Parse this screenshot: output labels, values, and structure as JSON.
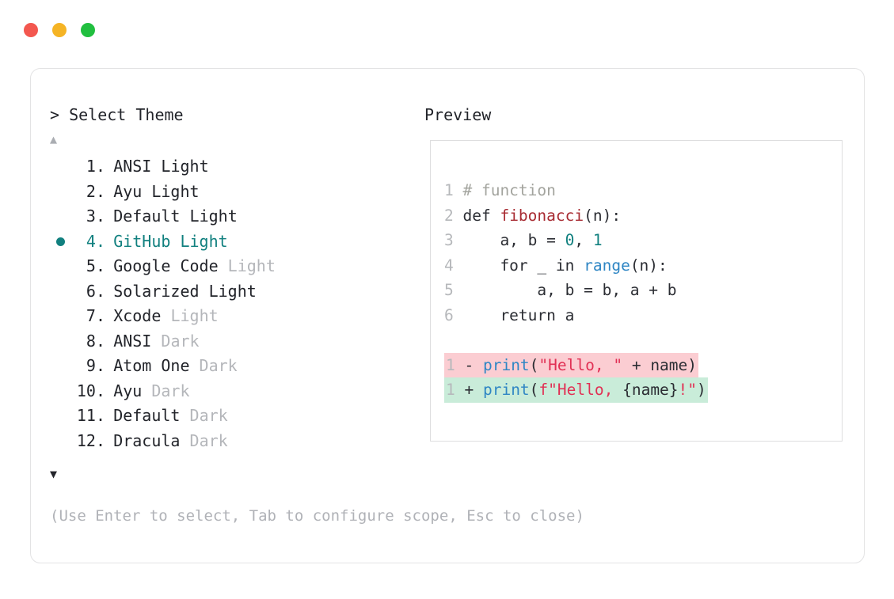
{
  "window": {
    "traffic_lights": [
      {
        "name": "close",
        "color": "#f3574f"
      },
      {
        "name": "minimize",
        "color": "#f5b425"
      },
      {
        "name": "maximize",
        "color": "#21bf3f"
      }
    ]
  },
  "prompt": {
    "title": "> Select Theme",
    "scroll_up": "▲",
    "scroll_down": "▼",
    "selected_index": 4,
    "accent_color": "#11807f",
    "items": [
      {
        "number": " 1.",
        "name": "ANSI",
        "variant": "Light",
        "variant_style": "strong",
        "selected": false,
        "bullet": ""
      },
      {
        "number": " 2.",
        "name": "Ayu",
        "variant": "Light",
        "variant_style": "strong",
        "selected": false,
        "bullet": ""
      },
      {
        "number": " 3.",
        "name": "Default",
        "variant": "Light",
        "variant_style": "strong",
        "selected": false,
        "bullet": ""
      },
      {
        "number": " 4.",
        "name": "GitHub",
        "variant": "Light",
        "variant_style": "strong",
        "selected": true,
        "bullet": "●"
      },
      {
        "number": " 5.",
        "name": "Google Code",
        "variant": "Light",
        "variant_style": "muted",
        "selected": false,
        "bullet": ""
      },
      {
        "number": " 6.",
        "name": "Solarized",
        "variant": "Light",
        "variant_style": "strong",
        "selected": false,
        "bullet": ""
      },
      {
        "number": " 7.",
        "name": "Xcode",
        "variant": "Light",
        "variant_style": "muted",
        "selected": false,
        "bullet": ""
      },
      {
        "number": " 8.",
        "name": "ANSI",
        "variant": "Dark",
        "variant_style": "muted",
        "selected": false,
        "bullet": ""
      },
      {
        "number": " 9.",
        "name": "Atom One",
        "variant": "Dark",
        "variant_style": "muted",
        "selected": false,
        "bullet": ""
      },
      {
        "number": "10.",
        "name": "Ayu",
        "variant": "Dark",
        "variant_style": "muted",
        "selected": false,
        "bullet": ""
      },
      {
        "number": "11.",
        "name": "Default",
        "variant": "Dark",
        "variant_style": "muted",
        "selected": false,
        "bullet": ""
      },
      {
        "number": "12.",
        "name": "Dracula",
        "variant": "Dark",
        "variant_style": "muted",
        "selected": false,
        "bullet": ""
      }
    ],
    "hint": "(Use Enter to select, Tab to configure scope, Esc to close)"
  },
  "preview": {
    "title": "Preview",
    "code_lines": [
      {
        "ln": "1",
        "segments": [
          {
            "text": "# function",
            "style": "comment"
          }
        ]
      },
      {
        "ln": "2",
        "segments": [
          {
            "text": "def ",
            "style": "kw"
          },
          {
            "text": "fibonacci",
            "style": "fn"
          },
          {
            "text": "(n):",
            "style": "punct"
          }
        ]
      },
      {
        "ln": "3",
        "segments": [
          {
            "text": "    a, b = ",
            "style": "plain"
          },
          {
            "text": "0",
            "style": "num"
          },
          {
            "text": ", ",
            "style": "plain"
          },
          {
            "text": "1",
            "style": "num"
          }
        ]
      },
      {
        "ln": "4",
        "segments": [
          {
            "text": "    for _ in ",
            "style": "plain"
          },
          {
            "text": "range",
            "style": "builtin"
          },
          {
            "text": "(n):",
            "style": "punct"
          }
        ]
      },
      {
        "ln": "5",
        "segments": [
          {
            "text": "        a, b = b, a + b",
            "style": "plain"
          }
        ]
      },
      {
        "ln": "6",
        "segments": [
          {
            "text": "    return a",
            "style": "plain"
          }
        ]
      }
    ],
    "diff_lines": [
      {
        "ln": "1",
        "kind": "removed",
        "sign": "-",
        "background": "#fbcdd2",
        "segments": [
          {
            "text": "print",
            "style": "builtin"
          },
          {
            "text": "(",
            "style": "punct"
          },
          {
            "text": "\"Hello, \"",
            "style": "str"
          },
          {
            "text": " + name)",
            "style": "plain"
          }
        ]
      },
      {
        "ln": "1",
        "kind": "added",
        "sign": "+",
        "background": "#c9ecd9",
        "segments": [
          {
            "text": "print",
            "style": "builtin"
          },
          {
            "text": "(",
            "style": "punct"
          },
          {
            "text": "f\"Hello, ",
            "style": "str"
          },
          {
            "text": "{name}",
            "style": "plain"
          },
          {
            "text": "!\"",
            "style": "str"
          },
          {
            "text": ")",
            "style": "punct"
          }
        ]
      }
    ]
  }
}
